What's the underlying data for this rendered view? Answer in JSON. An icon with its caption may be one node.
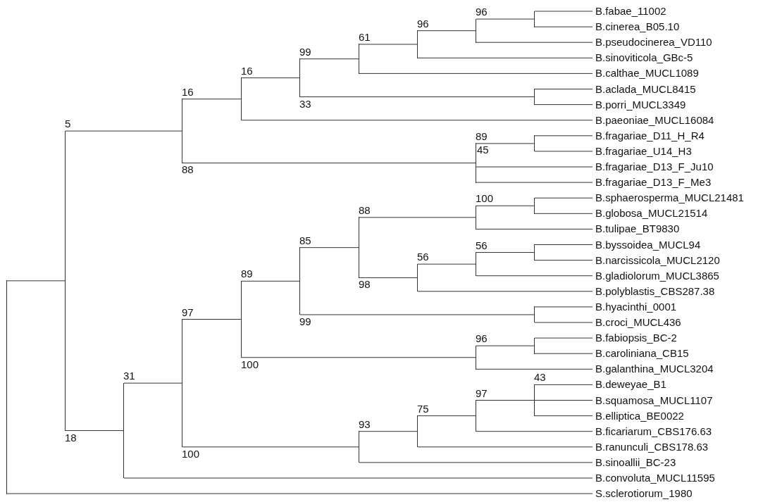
{
  "diagram": {
    "nodes": [
      {
        "text": [
          "B.fabae_11002"
        ]
      },
      {
        "text": [
          "B.cinerea_B05.10"
        ]
      },
      {
        "text": [
          "B.pseudocinerea_VD110"
        ]
      },
      {
        "text": [
          "B.sinoviticola_GBc-5"
        ]
      },
      {
        "text": [
          "B.calthae_MUCL1089"
        ]
      },
      {
        "text": [
          "B.aclada_MUCL8415"
        ]
      },
      {
        "text": [
          "B.porri_MUCL3349"
        ]
      },
      {
        "text": [
          "B.paeoniae_MUCL16084"
        ]
      },
      {
        "text": [
          "B.fragariae_D11_H_R4"
        ]
      },
      {
        "text": [
          "B.fragariae_U14_H3"
        ]
      },
      {
        "text": [
          "B.fragariae_D13_F_Ju10"
        ]
      },
      {
        "text": [
          "B.fragariae_D13_F_Me3"
        ]
      },
      {
        "text": [
          "B.sphaerosperma_MUCL21481"
        ]
      },
      {
        "text": [
          "B.globosa_MUCL21514"
        ]
      },
      {
        "text": [
          "B.tulipae_BT9830"
        ]
      },
      {
        "text": [
          "B.byssoidea_MUCL94"
        ]
      },
      {
        "text": [
          "B.narcissicola_MUCL2120"
        ]
      },
      {
        "text": [
          "B.gladiolorum_MUCL3865"
        ]
      },
      {
        "text": [
          "B.polyblastis_CBS287.38"
        ]
      },
      {
        "text": [
          "B.hyacinthi_0001"
        ]
      },
      {
        "text": [
          "B.croci_MUCL436"
        ]
      },
      {
        "text": [
          "B.fabiopsis_BC-2"
        ]
      },
      {
        "text": [
          "B.caroliniana_CB15"
        ]
      },
      {
        "text": [
          "B.galanthina_MUCL3204"
        ]
      },
      {
        "text": [
          "B.deweyae_B1"
        ]
      },
      {
        "text": [
          "B.squamosa_MUCL1107"
        ]
      },
      {
        "text": [
          "B.elliptica_BE0022"
        ]
      },
      {
        "text": [
          "B.ficariarum_CBS176.63"
        ]
      },
      {
        "text": [
          "B.ranunculi_CBS178.63"
        ]
      },
      {
        "text": [
          "B.sinoallii_BC-23"
        ]
      },
      {
        "text": [
          "B.convoluta_MUCL11595"
        ]
      },
      {
        "text": [
          "S.sclerotiorum_1980"
        ]
      },
      {
        "text": [],
        "shape": "bar"
      },
      {
        "text": [],
        "shape": "bar"
      },
      {
        "text": [],
        "shape": "bar"
      },
      {
        "text": [],
        "shape": "bar"
      },
      {
        "text": [],
        "shape": "bar"
      },
      {
        "text": [],
        "shape": "bar"
      },
      {
        "text": [],
        "shape": "bar"
      },
      {
        "text": [],
        "shape": "bar"
      },
      {
        "text": [],
        "shape": "bar"
      },
      {
        "text": [],
        "shape": "bar"
      },
      {
        "text": [],
        "shape": "bar"
      },
      {
        "text": [],
        "shape": "bar"
      },
      {
        "text": [],
        "shape": "bar"
      },
      {
        "text": [],
        "shape": "bar"
      },
      {
        "text": [],
        "shape": "bar"
      },
      {
        "text": [],
        "shape": "bar"
      },
      {
        "text": [],
        "shape": "bar"
      },
      {
        "text": [],
        "shape": "bar"
      },
      {
        "text": [],
        "shape": "bar"
      },
      {
        "text": [],
        "shape": "bar"
      },
      {
        "text": [],
        "shape": "bar"
      },
      {
        "text": [],
        "shape": "bar"
      },
      {
        "text": [],
        "shape": "bar"
      },
      {
        "text": [],
        "shape": "bar"
      },
      {
        "text": [],
        "shape": "bar"
      },
      {
        "text": [],
        "shape": "bar"
      },
      {
        "text": [],
        "shape": "bar"
      },
      {
        "text": [],
        "shape": "bar"
      },
      {
        "text": [],
        "shape": "bar"
      }
    ],
    "edges": [
      {
        "from": 32,
        "to": 33,
        "arrow": "none"
      },
      {
        "from": 32,
        "to": 31,
        "arrow": "none"
      },
      {
        "from": 33,
        "to": 34,
        "arrow": "none",
        "label": "5"
      },
      {
        "from": 33,
        "to": 44,
        "arrow": "none",
        "label": "18"
      },
      {
        "from": 34,
        "to": 35,
        "arrow": "none",
        "label": "16"
      },
      {
        "from": 34,
        "to": 42,
        "arrow": "none",
        "label": "88"
      },
      {
        "from": 35,
        "to": 36,
        "arrow": "none",
        "label": "16"
      },
      {
        "from": 35,
        "to": 7,
        "arrow": "none"
      },
      {
        "from": 36,
        "to": 37,
        "arrow": "none",
        "label": "99"
      },
      {
        "from": 36,
        "to": 41,
        "arrow": "none",
        "label": "33"
      },
      {
        "from": 37,
        "to": 38,
        "arrow": "none",
        "label": "61"
      },
      {
        "from": 37,
        "to": 4,
        "arrow": "none"
      },
      {
        "from": 38,
        "to": 39,
        "arrow": "none",
        "label": "96"
      },
      {
        "from": 38,
        "to": 3,
        "arrow": "none"
      },
      {
        "from": 39,
        "to": 40,
        "arrow": "none",
        "label": "96"
      },
      {
        "from": 39,
        "to": 2,
        "arrow": "none"
      },
      {
        "from": 40,
        "to": 0,
        "arrow": "none"
      },
      {
        "from": 40,
        "to": 1,
        "arrow": "none"
      },
      {
        "from": 41,
        "to": 5,
        "arrow": "none"
      },
      {
        "from": 41,
        "to": 6,
        "arrow": "none"
      },
      {
        "from": 42,
        "to": 43,
        "arrow": "none",
        "label": "89"
      },
      {
        "from": 42,
        "to": 10,
        "arrow": "none"
      },
      {
        "from": 42,
        "to": 11,
        "arrow": "none"
      },
      {
        "from": 43,
        "to": 8,
        "arrow": "none"
      },
      {
        "from": 43,
        "to": 9,
        "arrow": "none"
      },
      {
        "from": 44,
        "to": 45,
        "arrow": "none",
        "label": "31"
      },
      {
        "from": 44,
        "to": 30,
        "arrow": "none"
      },
      {
        "from": 45,
        "to": 46,
        "arrow": "none",
        "label": "97"
      },
      {
        "from": 45,
        "to": 57,
        "arrow": "none",
        "label": "100"
      },
      {
        "from": 46,
        "to": 47,
        "arrow": "none",
        "label": "89"
      },
      {
        "from": 46,
        "to": 55,
        "arrow": "none",
        "label": "100"
      },
      {
        "from": 47,
        "to": 48,
        "arrow": "none",
        "label": "85"
      },
      {
        "from": 47,
        "to": 54,
        "arrow": "none",
        "label": "99"
      },
      {
        "from": 48,
        "to": 49,
        "arrow": "none",
        "label": "88"
      },
      {
        "from": 48,
        "to": 51,
        "arrow": "none",
        "label": "98"
      },
      {
        "from": 49,
        "to": 50,
        "arrow": "none",
        "label": "100"
      },
      {
        "from": 49,
        "to": 14,
        "arrow": "none"
      },
      {
        "from": 50,
        "to": 12,
        "arrow": "none"
      },
      {
        "from": 50,
        "to": 13,
        "arrow": "none"
      },
      {
        "from": 51,
        "to": 52,
        "arrow": "none",
        "label": "56"
      },
      {
        "from": 51,
        "to": 18,
        "arrow": "none"
      },
      {
        "from": 52,
        "to": 53,
        "arrow": "none",
        "label": "56"
      },
      {
        "from": 52,
        "to": 17,
        "arrow": "none"
      },
      {
        "from": 53,
        "to": 15,
        "arrow": "none"
      },
      {
        "from": 53,
        "to": 16,
        "arrow": "none"
      },
      {
        "from": 54,
        "to": 19,
        "arrow": "none"
      },
      {
        "from": 54,
        "to": 20,
        "arrow": "none"
      },
      {
        "from": 55,
        "to": 56,
        "arrow": "none",
        "label": "96"
      },
      {
        "from": 55,
        "to": 23,
        "arrow": "none"
      },
      {
        "from": 56,
        "to": 21,
        "arrow": "none"
      },
      {
        "from": 56,
        "to": 22,
        "arrow": "none"
      },
      {
        "from": 57,
        "to": 58,
        "arrow": "none",
        "label": "93"
      },
      {
        "from": 57,
        "to": 29,
        "arrow": "none"
      },
      {
        "from": 58,
        "to": 59,
        "arrow": "none",
        "label": "75"
      },
      {
        "from": 58,
        "to": 28,
        "arrow": "none"
      },
      {
        "from": 59,
        "to": 60,
        "arrow": "none",
        "label": "97"
      },
      {
        "from": 59,
        "to": 27,
        "arrow": "none"
      },
      {
        "from": 60,
        "to": 24,
        "arrow": "none",
        "label": "43"
      },
      {
        "from": 60,
        "to": 25,
        "arrow": "none"
      },
      {
        "from": 60,
        "to": 26,
        "arrow": "none"
      }
    ],
    "labels": [
      "45"
    ]
  }
}
